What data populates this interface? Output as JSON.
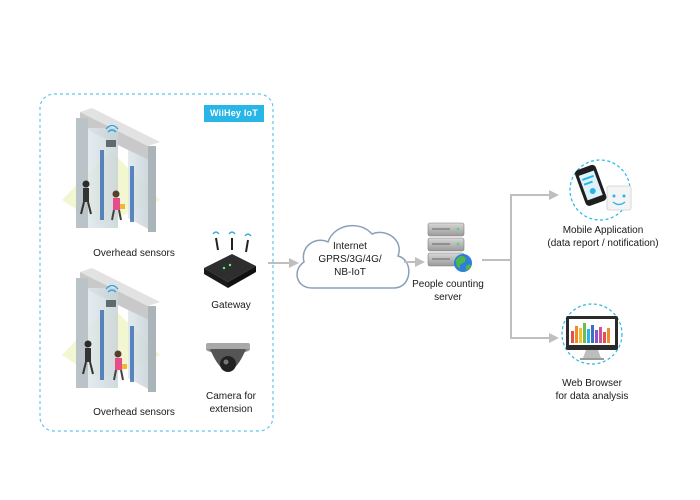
{
  "brand": "WiiHey IoT",
  "sensors": {
    "top_label": "Overhead sensors",
    "bottom_label": "Overhead sensors"
  },
  "gateway": {
    "label": "Gateway"
  },
  "camera": {
    "line1": "Camera for",
    "line2": "extension"
  },
  "network": {
    "line1": "Internet",
    "line2": "GPRS/3G/4G/",
    "line3": "NB-IoT"
  },
  "server": {
    "line1": "People counting",
    "line2": "server"
  },
  "mobile": {
    "line1": "Mobile Application",
    "line2": "(data report / notification)"
  },
  "web": {
    "line1": "Web Browser",
    "line2": "for data analysis"
  },
  "colors": {
    "accent": "#27b6e6",
    "dashed_border": "#5bc8ec",
    "arrow": "#bfbfbf",
    "cloud_stroke": "#8aa0b8"
  }
}
